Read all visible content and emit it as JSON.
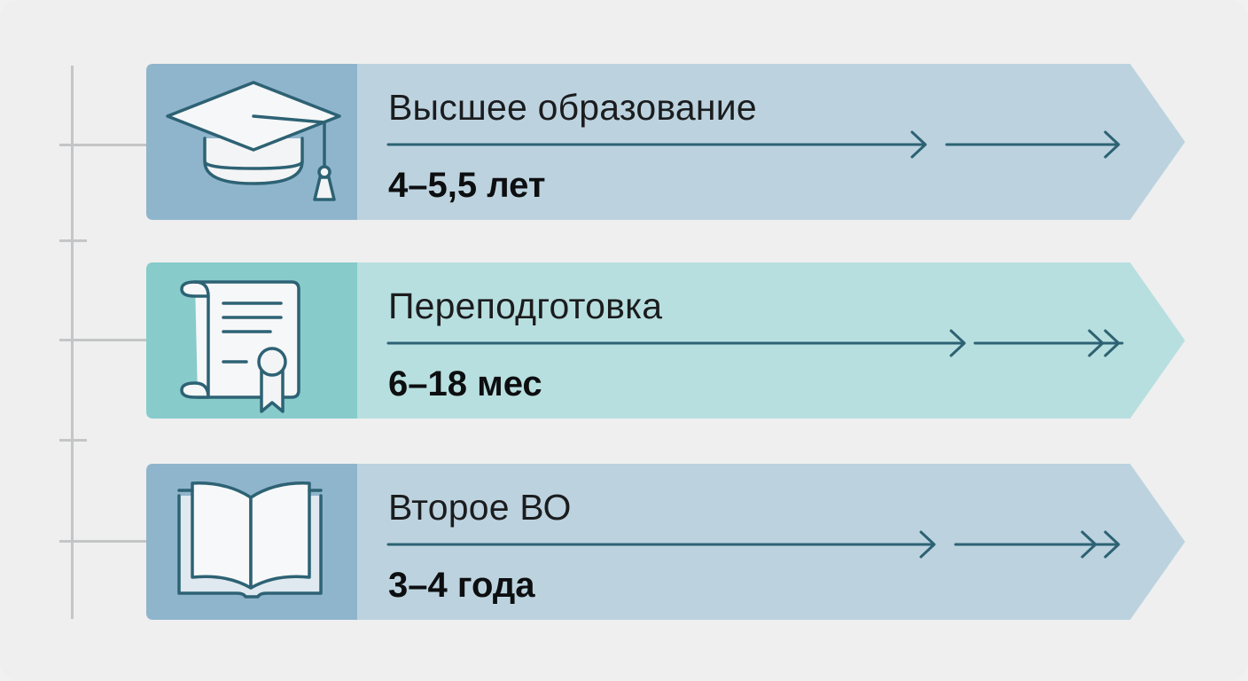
{
  "items": [
    {
      "title": "Высшее образование",
      "duration": "4–5,5 лет",
      "icon": "graduation-cap-icon",
      "color_icon": "#8fb5cc",
      "color_band": "#bcd3df"
    },
    {
      "title": "Переподготовка",
      "duration": "6–18 мес",
      "icon": "diploma-certificate-icon",
      "color_icon": "#87cbcb",
      "color_band": "#b8dfdf"
    },
    {
      "title": "Второе ВО",
      "duration": "3–4 года",
      "icon": "open-book-icon",
      "color_icon": "#8fb5cc",
      "color_band": "#bcd3df"
    }
  ],
  "colors": {
    "stroke": "#2d6274",
    "timeline": "#c4c5c6"
  }
}
